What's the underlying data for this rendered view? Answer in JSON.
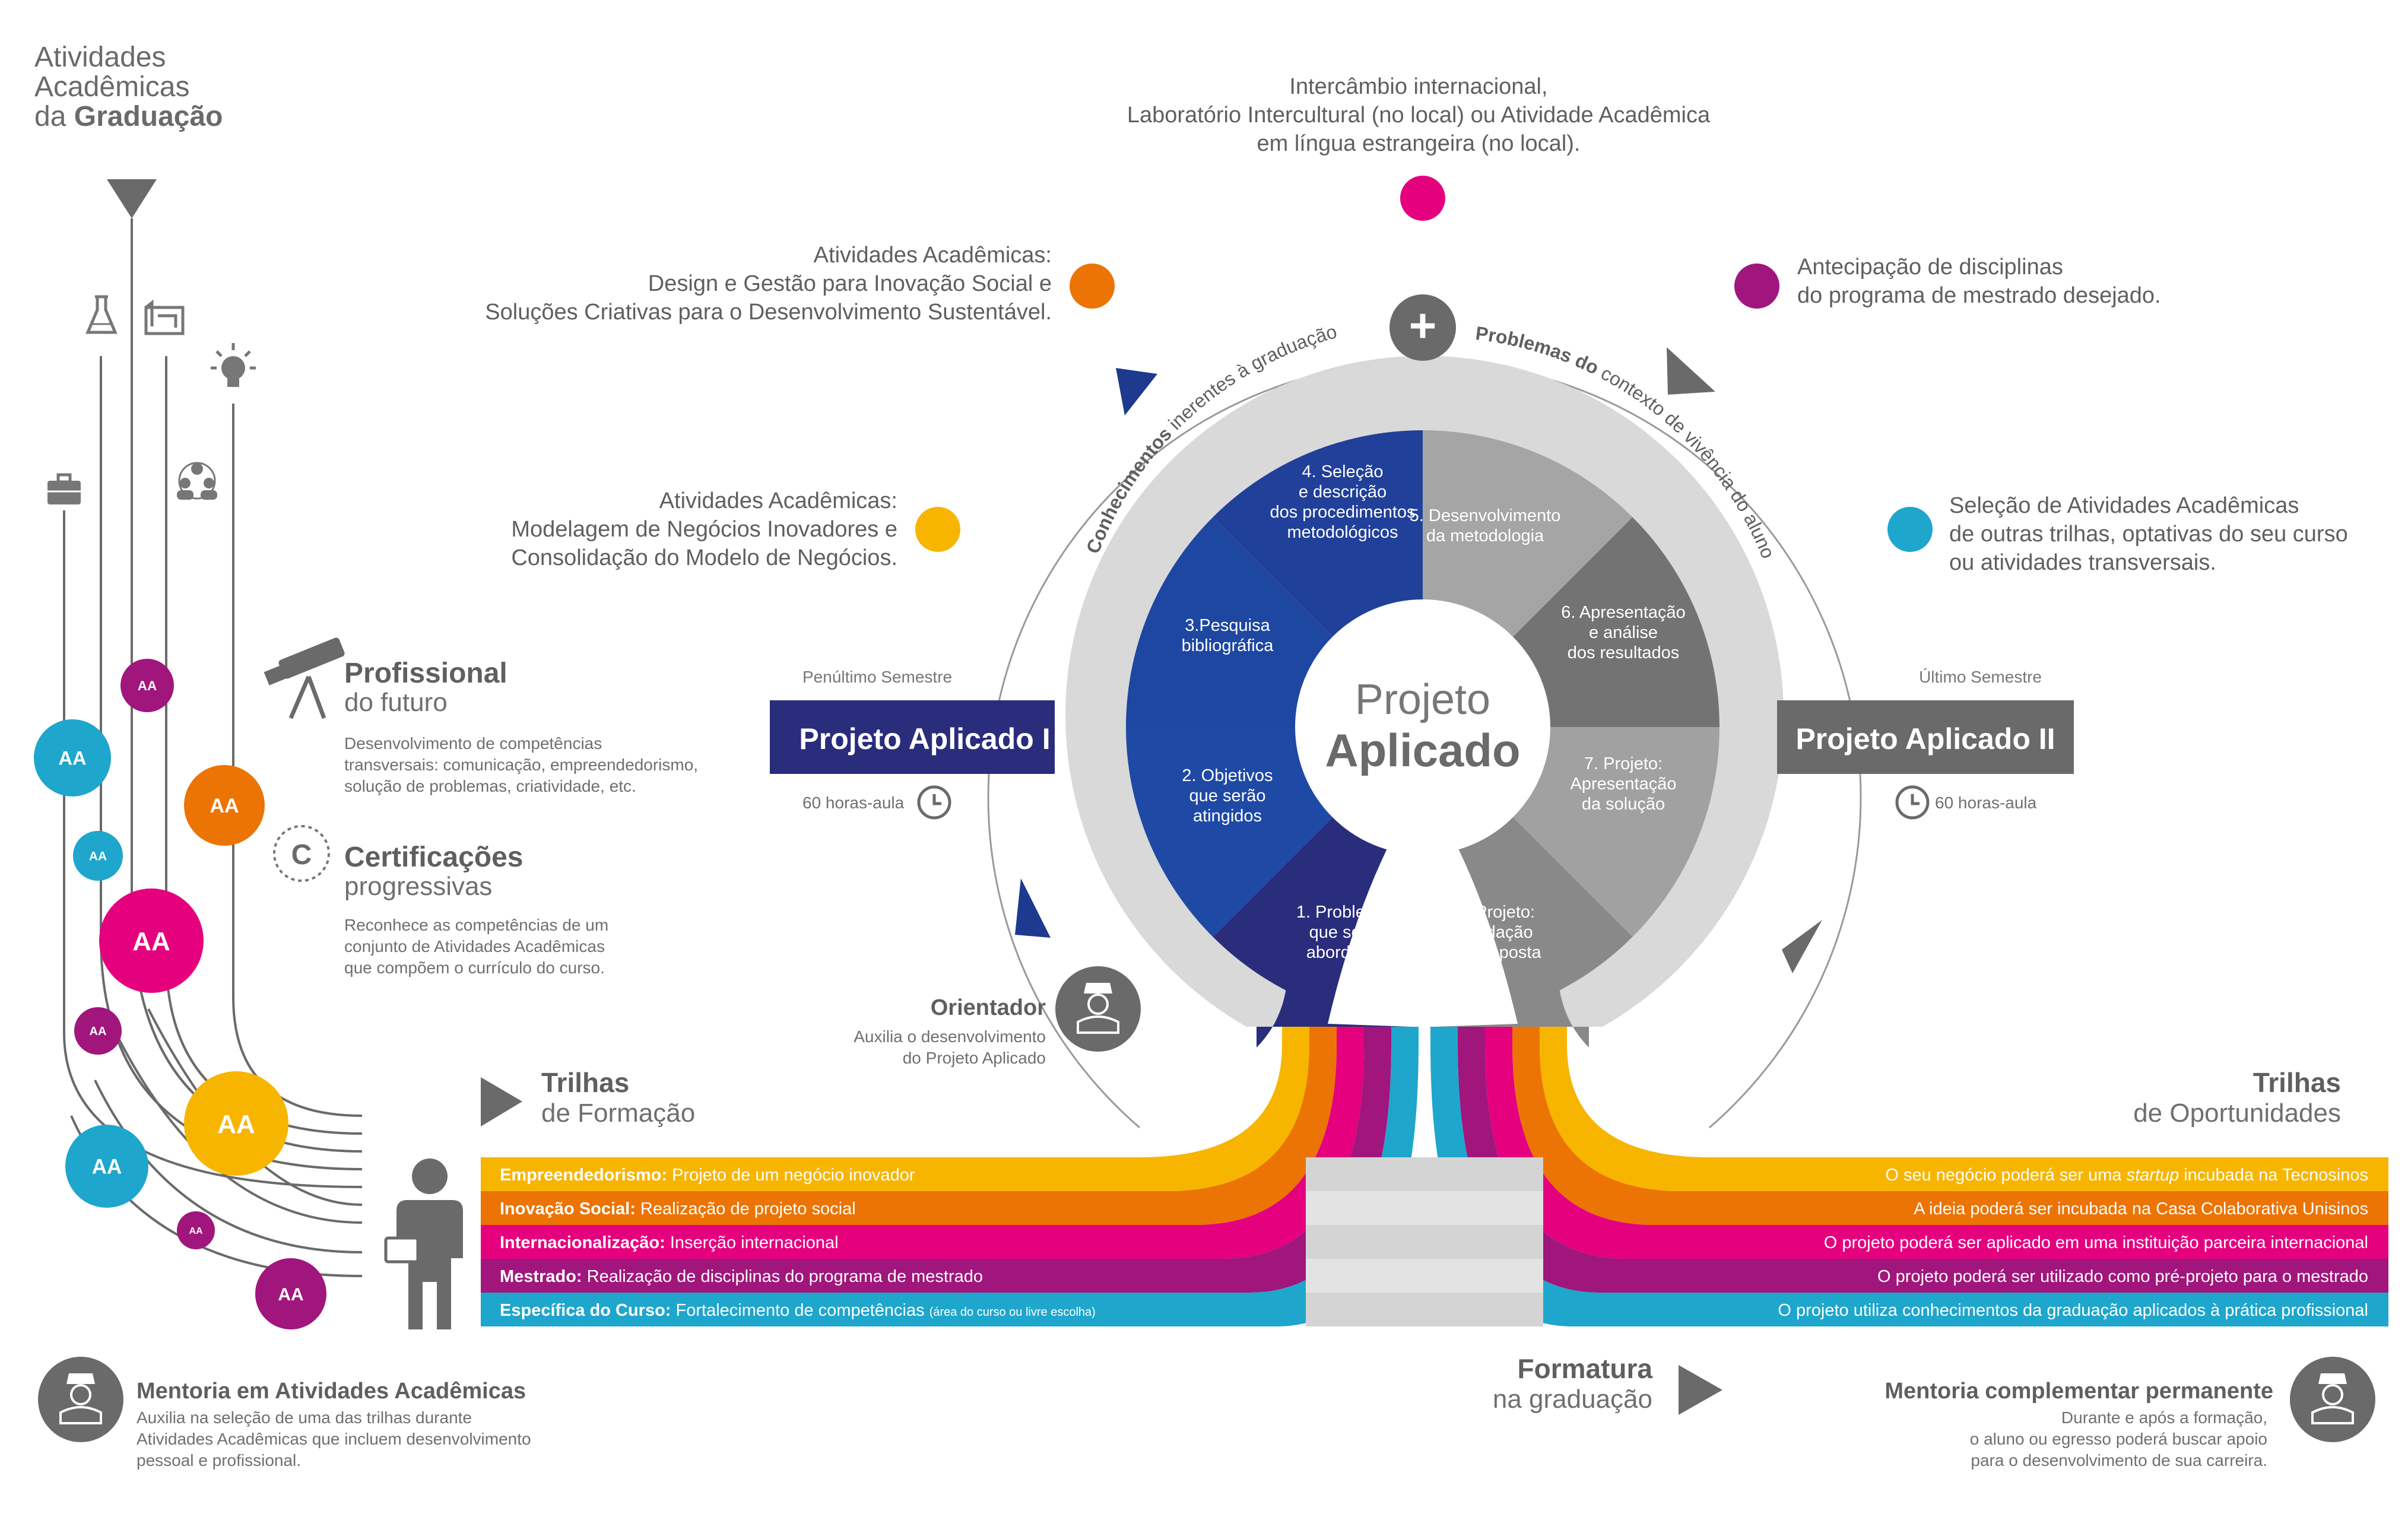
{
  "colors": {
    "navy": "#2a2c7c",
    "blue_dark": "#1d3a8e",
    "blue_mid": "#1f4ba3",
    "gray_dark": "#6b6a6a",
    "gray_mid": "#8f8e8e",
    "gray_light": "#a9a8a8",
    "ring": "#d9d9d9",
    "yellow": "#f7b500",
    "orange": "#ec7404",
    "magenta": "#e5007e",
    "purple": "#a0167c",
    "cyan": "#1ea6cc",
    "text": "#5f5f5f"
  },
  "header": {
    "line1": "Atividades",
    "line2": "Acadêmicas",
    "line3_prefix": "da ",
    "line3_bold": "Graduação"
  },
  "top_options": {
    "international": [
      "Intercâmbio internacional,",
      "Laboratório Intercultural (no local) ou Atividade Acadêmica",
      "em língua estrangeira (no local)."
    ],
    "design": [
      "Atividades Acadêmicas:",
      "Design e Gestão para Inovação Social e",
      "Soluções Criativas para o Desenvolvimento Sustentável."
    ],
    "master": [
      "Antecipação de disciplinas",
      "do programa de mestrado desejado."
    ],
    "business": [
      "Atividades Acadêmicas:",
      "Modelagem de Negócios Inovadores e",
      "Consolidação do Modelo de Negócios."
    ],
    "other_tracks": [
      "Seleção de Atividades Acadêmicas",
      "de outras trilhas, optativas do seu curso",
      "ou atividades transversais."
    ]
  },
  "arc": {
    "left_bold": "Conhecimentos",
    "left_rest": " inerentes à graduação",
    "right_bold": "Problemas do",
    "right_rest": " contexto de vivência do aluno",
    "plus": "+"
  },
  "center": {
    "title_light": "Projeto",
    "title_bold": "Aplicado"
  },
  "steps": [
    {
      "lines": [
        "4. Seleção",
        "e descrição",
        "dos procedimentos",
        "metodológicos"
      ]
    },
    {
      "lines": [
        "5. Desenvolvimento",
        "da metodologia"
      ]
    },
    {
      "lines": [
        "6. Apresentação",
        "e análise",
        "dos resultados"
      ]
    },
    {
      "lines": [
        "7. Projeto:",
        "Apresentação",
        "da solução"
      ]
    },
    {
      "lines": [
        "8. Projeto:",
        "Validação",
        "da proposta"
      ]
    },
    {
      "lines": [
        "1. Problema",
        "que será",
        "abordado"
      ]
    },
    {
      "lines": [
        "2. Objetivos",
        "que serão",
        "atingidos"
      ]
    },
    {
      "lines": [
        "3.Pesquisa",
        "bibliográfica"
      ]
    }
  ],
  "project_left": {
    "semester": "Penúltimo Semestre",
    "title": "Projeto Aplicado I",
    "hours": "60 horas-aula"
  },
  "project_right": {
    "semester": "Último Semestre",
    "title": "Projeto Aplicado II",
    "hours": "60 horas-aula"
  },
  "orientador": {
    "title": "Orientador",
    "desc": [
      "Auxilia o desenvolvimento",
      "do Projeto Aplicado"
    ]
  },
  "profissional": {
    "title_bold": "Profissional",
    "title_light": "do futuro",
    "desc": [
      "Desenvolvimento de competências",
      "transversais: comunicação, empreendedorismo,",
      "solução de problemas, criatividade, etc."
    ]
  },
  "certificacoes": {
    "badge": "C",
    "title_bold": "Certificações",
    "title_light": "progressivas",
    "desc": [
      "Reconhece as competências de um",
      "conjunto de Atividades Acadêmicas",
      "que compõem o currículo do curso."
    ]
  },
  "aa_label": "AA",
  "trilhas_formacao": {
    "bold": "Trilhas",
    "light": "de Formação"
  },
  "trilhas_oportunidades": {
    "bold": "Trilhas",
    "light": "de Oportunidades"
  },
  "tracks": [
    {
      "name": "Empreendedorismo:",
      "left": "Projeto de um negócio inovador",
      "right_pre": "O seu negócio poderá ser uma ",
      "right_em": "startup",
      "right_post": " incubada na Tecnosinos",
      "small": ""
    },
    {
      "name": "Inovação Social:",
      "left": "Realização de projeto social",
      "right_pre": "A ideia poderá ser incubada na Casa Colaborativa Unisinos",
      "right_em": "",
      "right_post": "",
      "small": ""
    },
    {
      "name": "Internacionalização:",
      "left": "Inserção internacional",
      "right_pre": "O projeto poderá ser aplicado em uma instituição parceira internacional",
      "right_em": "",
      "right_post": "",
      "small": ""
    },
    {
      "name": "Mestrado:",
      "left": "Realização de disciplinas do programa de mestrado",
      "right_pre": "O projeto poderá ser utilizado como pré-projeto para o mestrado",
      "right_em": "",
      "right_post": "",
      "small": ""
    },
    {
      "name": "Específica do Curso:",
      "left": "Fortalecimento de competências ",
      "right_pre": "O projeto utiliza conhecimentos da  graduação aplicados à prática profissional",
      "right_em": "",
      "right_post": "",
      "small": "(área do curso ou livre escolha)"
    }
  ],
  "mentoria": {
    "title": "Mentoria em Atividades Acadêmicas",
    "desc": [
      "Auxilia na seleção de uma das trilhas durante",
      "Atividades Acadêmicas que incluem desenvolvimento",
      "pessoal e profissional."
    ]
  },
  "formatura": {
    "bold": "Formatura",
    "light": "na graduação"
  },
  "mentoria_perm": {
    "title": "Mentoria complementar permanente",
    "desc": [
      "Durante e após a formação,",
      "o aluno ou egresso poderá buscar apoio",
      "para o desenvolvimento de sua carreira."
    ]
  }
}
